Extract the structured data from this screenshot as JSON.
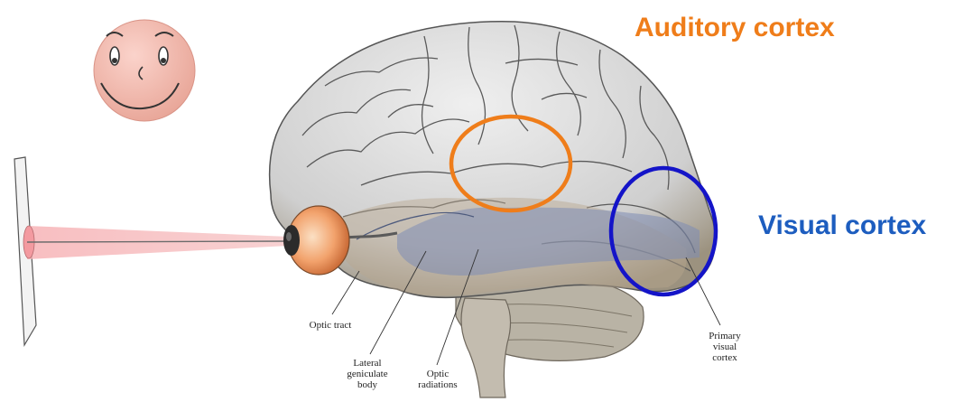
{
  "diagram": {
    "headings": {
      "auditory": "Auditory cortex",
      "visual": "Visual cortex"
    },
    "labels": {
      "optic_tract": "Optic tract",
      "lateral_geniculate_body": "Lateral\ngeniculate\nbody",
      "optic_radiations": "Optic\nradiations",
      "primary_visual_cortex": "Primary\nvisual\ncortex"
    },
    "colors": {
      "auditory_accent": "#ef7d1a",
      "visual_accent": "#1d5dbf",
      "visual_circle": "#1414c8",
      "face_fill": "#f3bdb2",
      "beam": "#f3a7ab",
      "brain_light": "#dedede",
      "brain_shadow": "#b8a78d",
      "visual_pathway": "#7d8cb4"
    },
    "icons": [
      "smiley-face-icon",
      "eyeball-icon"
    ]
  }
}
